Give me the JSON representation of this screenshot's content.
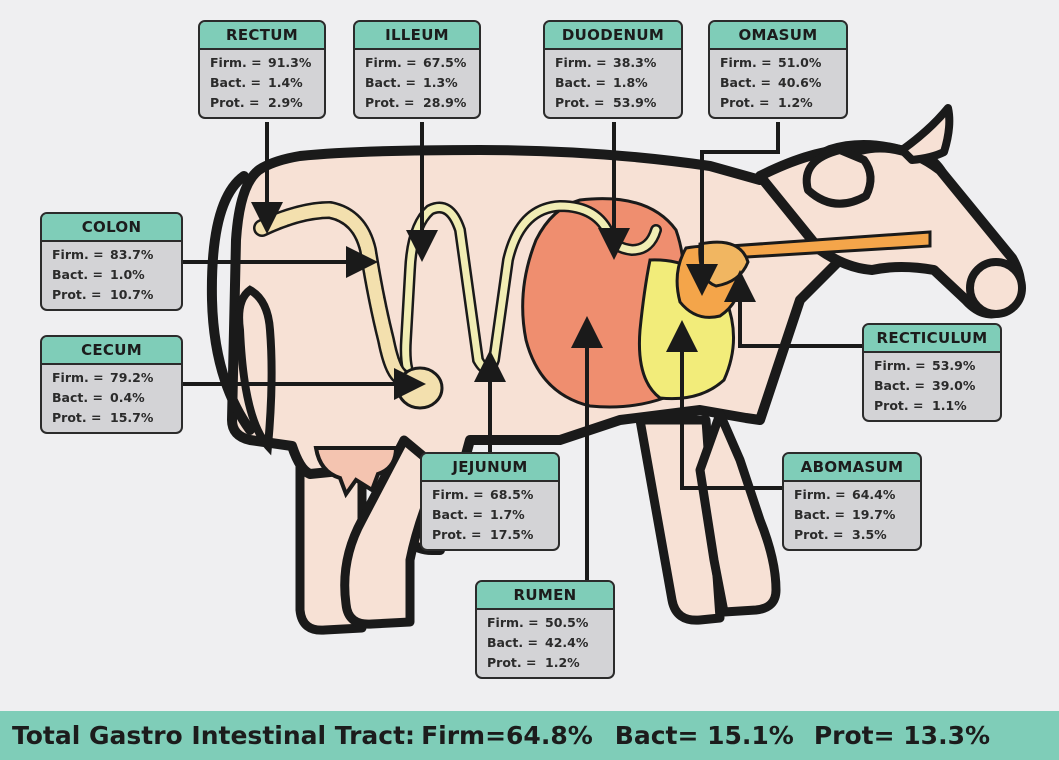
{
  "labels": {
    "firm": "Firm. =",
    "bact": "Bact. =",
    "prot": "Prot. ="
  },
  "colors": {
    "teal": "#7fcdb8",
    "body": "#f7e1d5",
    "rumen": "#ef8e6f",
    "abomasum": "#f2ec7a",
    "omasum": "#f4a54a",
    "intestine": "#f3e0ae",
    "outline": "#1a1a1a"
  },
  "organs": {
    "rectum": {
      "name": "RECTUM",
      "firm": "91.3%",
      "bact": "1.4%",
      "prot": "2.9%"
    },
    "illeum": {
      "name": "ILLEUM",
      "firm": "67.5%",
      "bact": "1.3%",
      "prot": "28.9%"
    },
    "duodenum": {
      "name": "DUODENUM",
      "firm": "38.3%",
      "bact": "1.8%",
      "prot": "53.9%"
    },
    "omasum": {
      "name": "OMASUM",
      "firm": "51.0%",
      "bact": "40.6%",
      "prot": "1.2%"
    },
    "colon": {
      "name": "COLON",
      "firm": "83.7%",
      "bact": "1.0%",
      "prot": "10.7%"
    },
    "cecum": {
      "name": "CECUM",
      "firm": "79.2%",
      "bact": "0.4%",
      "prot": "15.7%"
    },
    "recticulum": {
      "name": "RECTICULUM",
      "firm": "53.9%",
      "bact": "39.0%",
      "prot": "1.1%"
    },
    "jejunum": {
      "name": "JEJUNUM",
      "firm": "68.5%",
      "bact": "1.7%",
      "prot": "17.5%"
    },
    "abomasum": {
      "name": "ABOMASUM",
      "firm": "64.4%",
      "bact": "19.7%",
      "prot": "3.5%"
    },
    "rumen": {
      "name": "RUMEN",
      "firm": "50.5%",
      "bact": "42.4%",
      "prot": "1.2%"
    }
  },
  "total": {
    "label": "Total Gastro Intestinal Tract:",
    "firm": "Firm=64.8%",
    "bact": "Bact= 15.1%",
    "prot": "Prot= 13.3%"
  }
}
